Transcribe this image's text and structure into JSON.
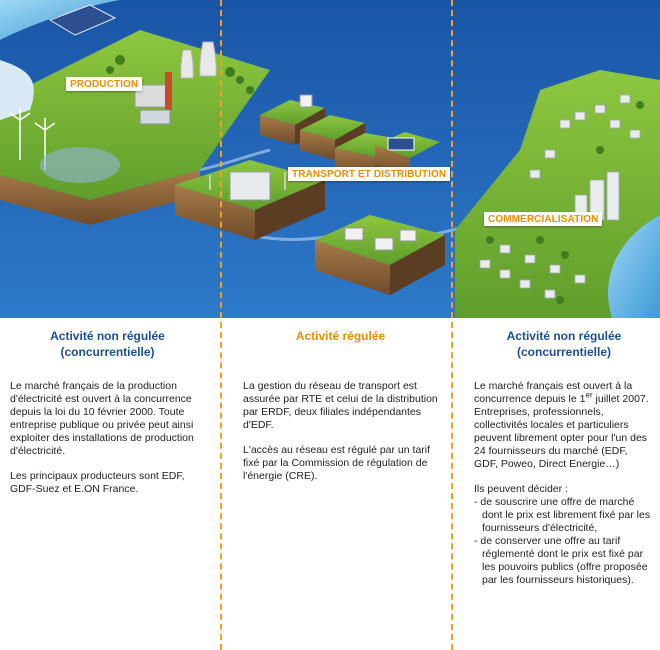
{
  "labels": {
    "production": "PRODUCTION",
    "transport": "TRANSPORT ET DISTRIBUTION",
    "commercialisation": "COMMERCIALISATION"
  },
  "columns": {
    "production": {
      "heading_line1": "Activité non régulée",
      "heading_line2": "(concurrentielle)",
      "p1": "Le marché français de la production d'électricité est ouvert à la concurrence depuis la loi du 10 février 2000. Toute entreprise publique ou privée peut ainsi exploiter des installations de production d'électricité.",
      "p2": "Les principaux producteurs sont EDF, GDF-Suez et E.ON France."
    },
    "transport": {
      "heading": "Activité régulée",
      "p1": "La gestion du réseau de transport est assurée par RTE et celui de la distribution par ERDF, deux filiales indépendantes d'EDF.",
      "p2": "L'accès au réseau est régulé par un tarif fixé par la Commission de régulation de l'énergie (CRE)."
    },
    "commercialisation": {
      "heading_line1": "Activité non régulée",
      "heading_line2": "(concurrentielle)",
      "p1_a": "Le marché français est ouvert à la concurrence depuis le 1",
      "p1_sup": "er",
      "p1_b": " juillet 2007.",
      "p2": "Entreprises, professionnels, collectivités locales et particuliers peuvent librement opter pour l'un des 24 fournisseurs du marché (EDF, GDF, Poweo, Direct Energie…)",
      "p3": "Ils peuvent décider :",
      "items": [
        "- de souscrire une offre de marché dont le prix est librement fixé par les fournisseurs d'électricité,",
        "- de conserver une offre au tarif réglementé dont le prix est fixé par les pouvoirs publics (offre proposée par les fournisseurs historiques)."
      ]
    }
  },
  "colors": {
    "heading_blue": "#1a4f9c",
    "heading_orange": "#f08c00",
    "divider": "#f2a126",
    "sky": "#1f5fae"
  }
}
